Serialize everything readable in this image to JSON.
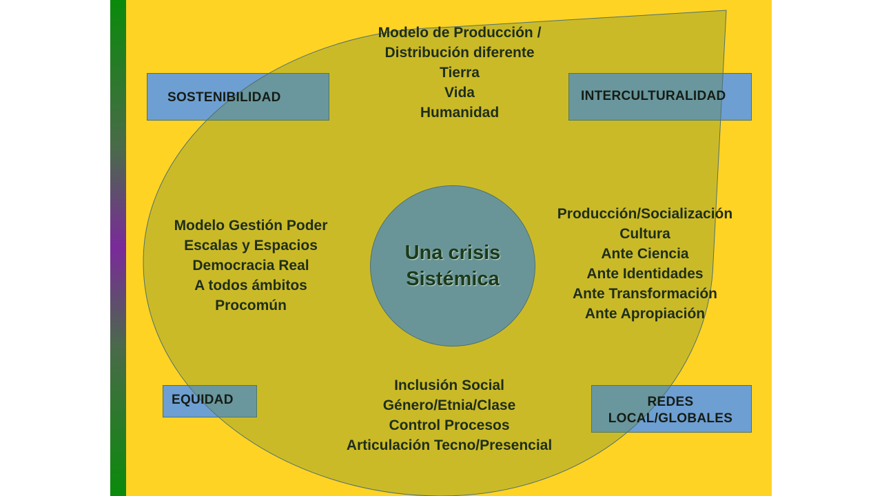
{
  "boxes": {
    "top_left": "SOSTENIBILIDAD",
    "top_right": "INTERCULTURALIDAD",
    "bottom_left": "EQUIDAD",
    "bottom_right": [
      "REDES",
      "LOCAL/GLOBALES"
    ]
  },
  "center": [
    "Una crisis",
    "Sistémica"
  ],
  "top_text": [
    "Modelo de Producción /",
    "Distribución diferente",
    "Tierra",
    "Vida",
    "Humanidad"
  ],
  "left_text": [
    "Modelo Gestión Poder",
    "Escalas y Espacios",
    "Democracia Real",
    "A todos ámbitos",
    "Procomún"
  ],
  "right_text": [
    "Producción/Socialización",
    "Cultura",
    "Ante Ciencia",
    "Ante Identidades",
    "Ante Transformación",
    "Ante Apropiación"
  ],
  "bottom_text": [
    "Inclusión Social",
    "Género/Etnia/Clase",
    "Control Procesos",
    "Articulación Tecno/Presencial"
  ],
  "colors": {
    "background": "#FFD324",
    "box": "#6E9FD2",
    "circle": "#6A9598"
  }
}
